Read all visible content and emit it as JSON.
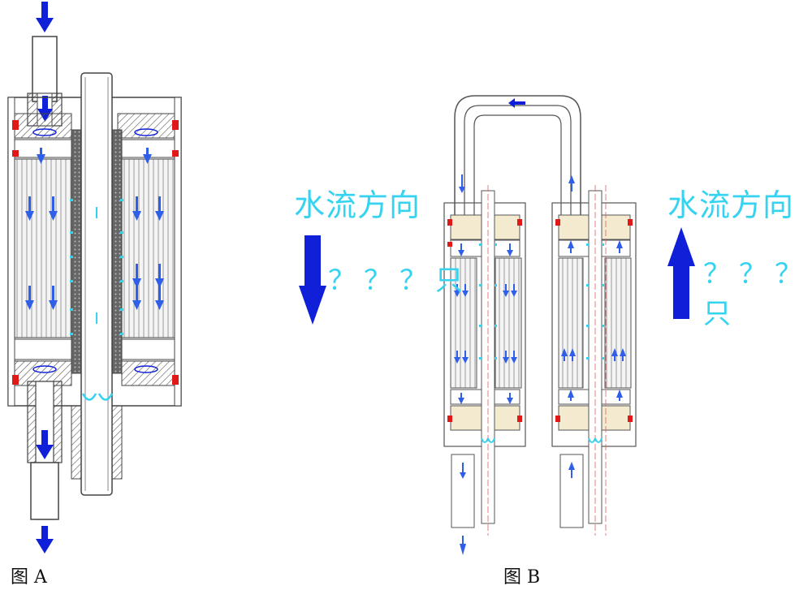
{
  "figure_a": {
    "caption": "图 A"
  },
  "figure_b": {
    "caption": "图 B",
    "left_label": {
      "title": "水流方向",
      "unit": "？？？只",
      "direction": "down"
    },
    "right_label": {
      "title": "水流方向",
      "unit": "？？？只",
      "direction": "up"
    }
  },
  "colors": {
    "flow_arrow": "#1020d8",
    "inner_arrow": "#2f5fe8",
    "water_cyan": "#35d3f0",
    "seal_red": "#e01818",
    "outline": "#444444",
    "hatch": "#555555",
    "center_line": "#e06060"
  }
}
